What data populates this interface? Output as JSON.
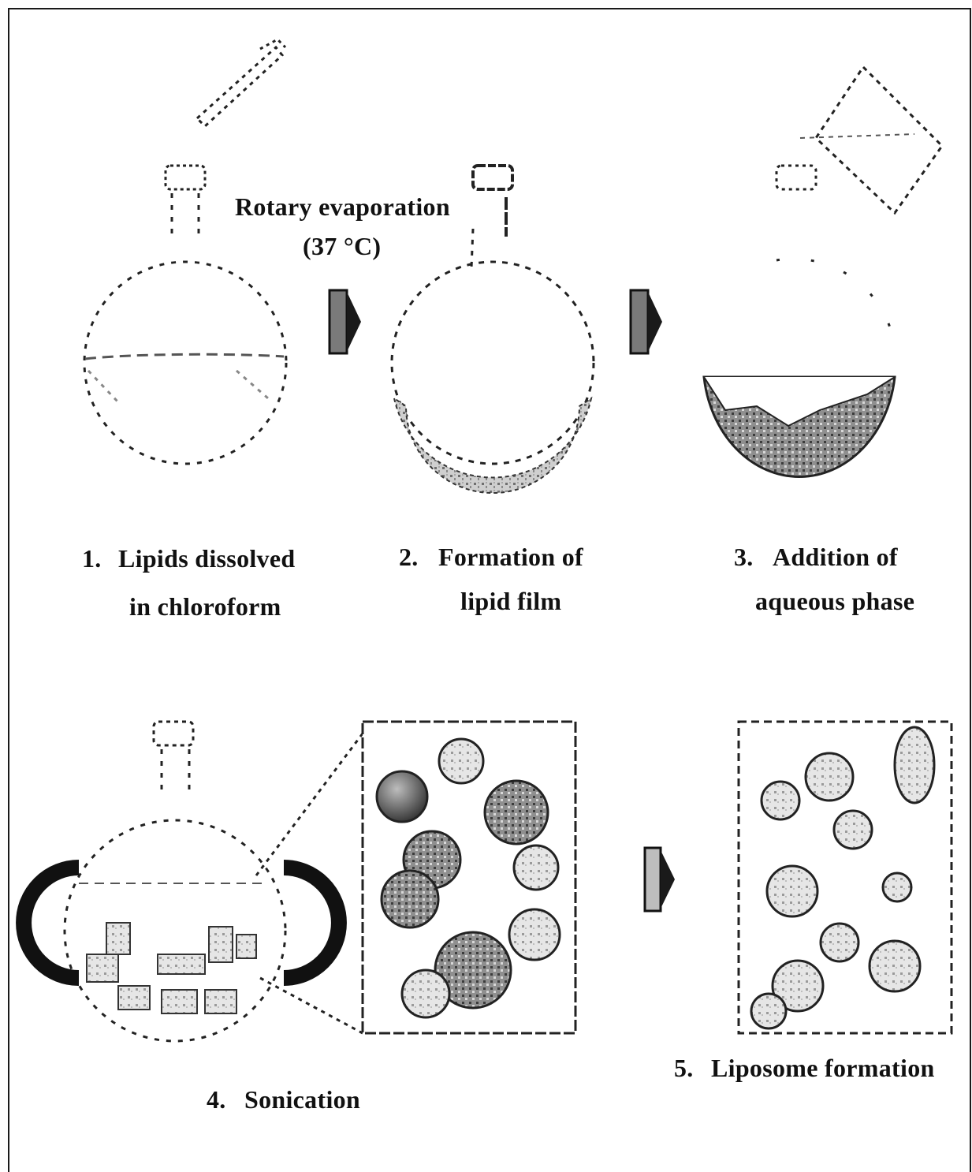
{
  "rotary": {
    "line1": "Rotary evaporation",
    "line2": "(37 °C)"
  },
  "steps": {
    "s1": {
      "number": "1.",
      "line1": "Lipids dissolved",
      "line2": "in chloroform"
    },
    "s2": {
      "number": "2.",
      "line1": "Formation of",
      "line2": "lipid film"
    },
    "s3": {
      "number": "3.",
      "line1": "Addition of",
      "line2": "aqueous phase"
    },
    "s4": {
      "number": "4.",
      "line1": "Sonication"
    },
    "s5": {
      "number": "5.",
      "line1": "Liposome formation"
    }
  },
  "colors": {
    "ink": "#1a1a1a",
    "liquid": "#9a9a9a",
    "film": "#7f7f7f",
    "vesicle_dark": "#555555",
    "vesicle_light": "#d2d2d2"
  }
}
